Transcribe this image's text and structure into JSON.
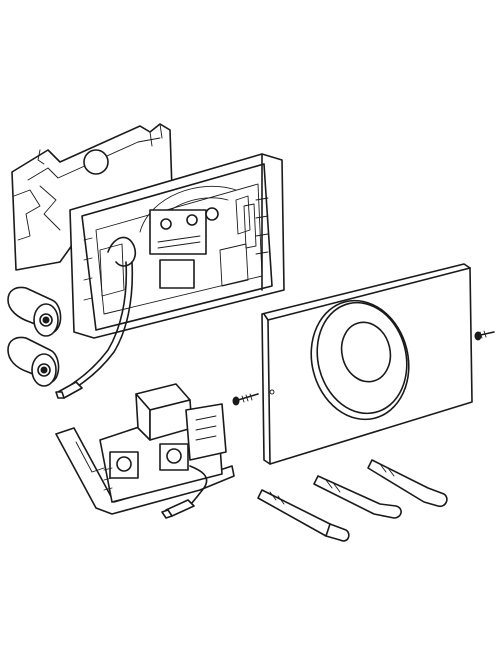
{
  "diagram": {
    "parts": [
      "mounting-frame-back",
      "actuator-frame",
      "cover-plate",
      "round-flush-button",
      "batteries",
      "cable-connector",
      "control-unit",
      "fixing-screws",
      "mounting-bolts"
    ]
  }
}
